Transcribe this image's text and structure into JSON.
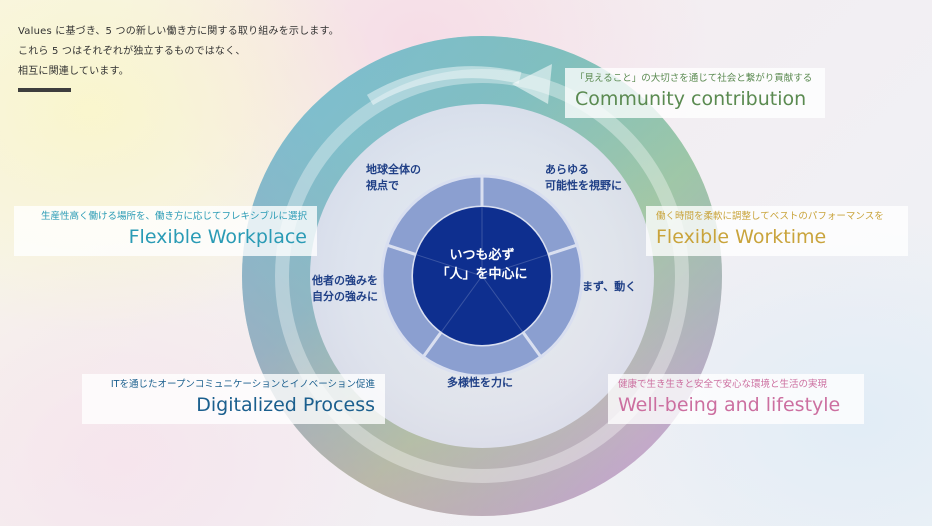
{
  "intro": {
    "line1": "Values に基づき、5 つの新しい働き方に関する取り組みを示します。",
    "line2": "これら 5 つはそれぞれが独立するものではなく、",
    "line3": "相互に関連しています。"
  },
  "center": {
    "line1": "いつも必ず",
    "line2": "「人」を中心に"
  },
  "values": [
    {
      "line1": "地球全体の",
      "line2": "視点で"
    },
    {
      "line1": "あらゆる",
      "line2": "可能性を視野に"
    },
    {
      "line1": "まず、動く",
      "line2": ""
    },
    {
      "line1": "多様性を力に",
      "line2": ""
    },
    {
      "line1": "他者の強みを",
      "line2": "自分の強みに"
    }
  ],
  "initiatives": {
    "community": {
      "jp": "「見えること」の大切さを通じて社会と繋がり貢献する",
      "en": "Community contribution",
      "color": "#5a8a50"
    },
    "worktime": {
      "jp": "働く時間を柔軟に調整してベストのパフォーマンスを",
      "en": "Flexible Worktime",
      "color": "#c9a43c"
    },
    "wellbeing": {
      "jp": "健康で生き生きと安全で安心な環境と生活の実現",
      "en": "Well-being and lifestyle",
      "color": "#cc6fa0"
    },
    "digital": {
      "jp": "ITを通じたオープンコミュニケーションとイノベーション促進",
      "en": "Digitalized Process",
      "color": "#1b5f8e"
    },
    "workplace": {
      "jp": "生産性高く働ける場所を、働き方に応じてフレキシブルに選択",
      "en": "Flexible Workplace",
      "color": "#2a9bb5"
    }
  },
  "colors": {
    "center": "#0e2f8f",
    "petal": "#8b9fd0",
    "petal_border": "#d9dff0"
  }
}
